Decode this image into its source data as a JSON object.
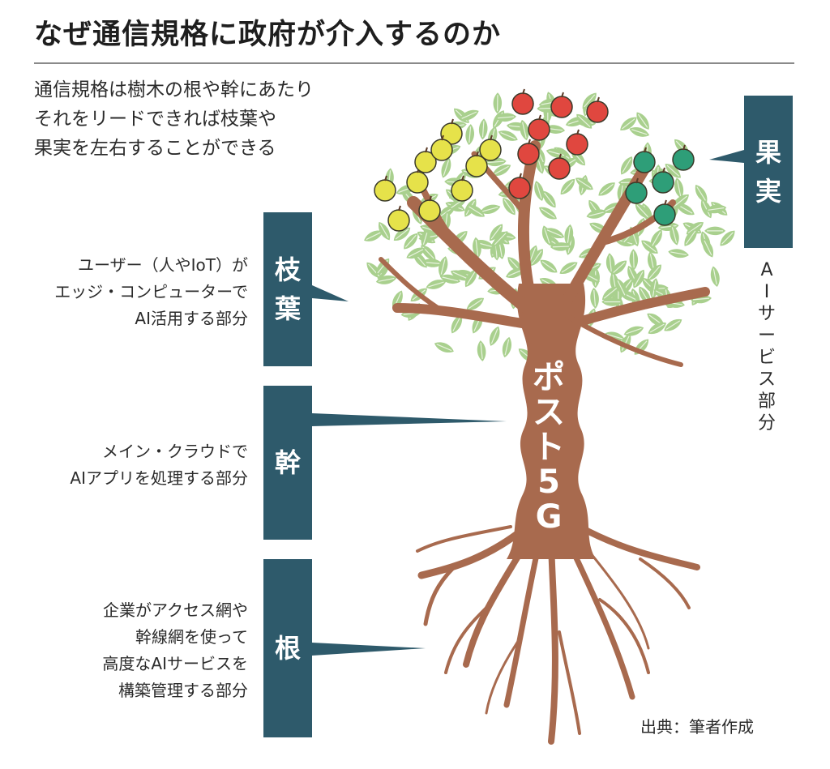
{
  "title": "なぜ通信規格に政府が介入するのか",
  "intro": [
    "通信規格は樹木の根や幹にあたり",
    "それをリードできれば枝葉や",
    "果実を左右することができる"
  ],
  "labels": {
    "leaves": {
      "box": [
        "枝",
        "葉"
      ],
      "desc": [
        "ユーザー（人やIoT）が",
        "エッジ・コンピューターで",
        "AI活用する部分"
      ]
    },
    "trunk": {
      "box": [
        "幹"
      ],
      "desc": [
        "メイン・クラウドで",
        "AIアプリを処理する部分"
      ]
    },
    "roots": {
      "box": [
        "根"
      ],
      "desc": [
        "企業がアクセス網や",
        "幹線網を使って",
        "高度なAIサービスを",
        "構築管理する部分"
      ]
    },
    "fruit": {
      "box": [
        "果",
        "実"
      ],
      "desc_vertical": [
        "A",
        "I",
        "サ",
        "ー",
        "ビ",
        "ス",
        "部",
        "分"
      ]
    }
  },
  "trunk_text": [
    "ポ",
    "ス",
    "ト",
    "5",
    "G"
  ],
  "source": "出典：筆者作成",
  "colors": {
    "box": "#2e5a6b",
    "trunk": "#a86a4e",
    "leaf": "#a9d08e",
    "apple_yellow": "#e6e24a",
    "apple_red": "#e0473f",
    "apple_green": "#2e9e78"
  }
}
